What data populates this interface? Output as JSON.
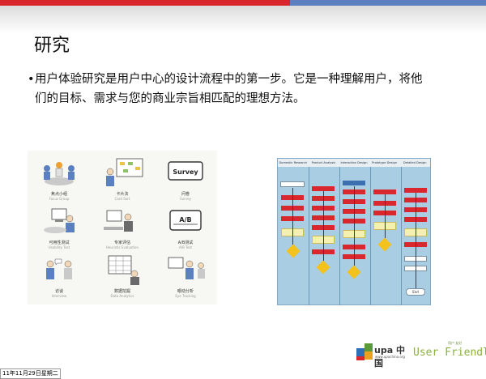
{
  "slide": {
    "title": "研究",
    "bullet": "用户体验研究是用户中心的设计流程中的第一步。它是一种理解用户，将他们的目标、需求与您的商业宗旨相匹配的理想方法。"
  },
  "methods": [
    {
      "label": "焦点小组",
      "sub": "Focus Group"
    },
    {
      "label": "卡片法",
      "sub": "Card Sort"
    },
    {
      "label": "问卷",
      "sub": "Survey",
      "sign": "Survey"
    },
    {
      "label": "可用性测试",
      "sub": "Usability Test"
    },
    {
      "label": "专家评估",
      "sub": "Heuristic Evaluation"
    },
    {
      "label": "A/B测试",
      "sub": "A/B Test",
      "sign": "A/B"
    },
    {
      "label": "访谈",
      "sub": "Interview"
    },
    {
      "label": "数据挖掘",
      "sub": "Data Analytics"
    },
    {
      "label": "眼动分析",
      "sub": "Eye Tracking"
    }
  ],
  "flowchart": {
    "lanes": [
      "Domestic Research",
      "Product Analysis",
      "Interaction Design",
      "Prototype Design",
      "Detailed Design"
    ],
    "end_label": "End"
  },
  "footer": {
    "upa_name": "upa 中国",
    "upa_url": "www.upachina.org",
    "uf_small": "用户 友好",
    "uf_text": "User Friendly",
    "date": "11年11月29日星期二"
  },
  "colors": {
    "top_red": "#d9262c",
    "top_blue": "#5b7fbf",
    "flow_bg": "#a9cde3",
    "uf_green": "#8bb13c"
  }
}
